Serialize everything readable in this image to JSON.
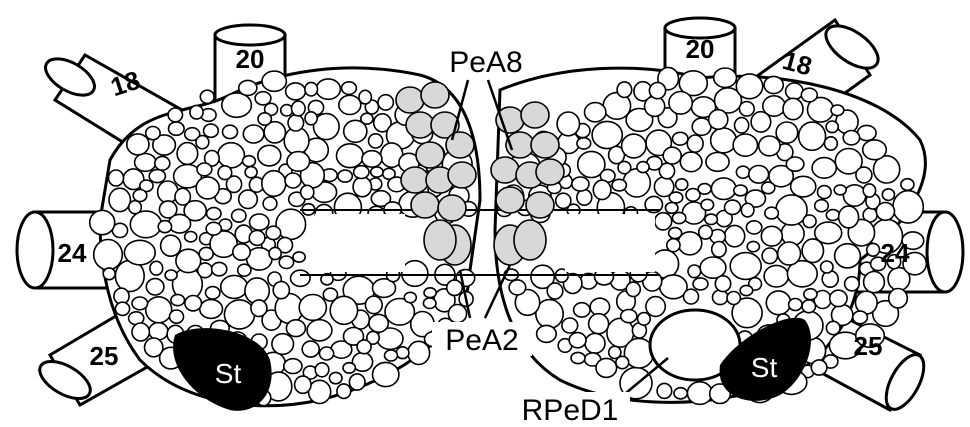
{
  "diagram": {
    "nerves": {
      "left_18": "18",
      "left_20": "20",
      "left_24": "24",
      "left_25": "25",
      "right_20": "20",
      "right_18": "18",
      "right_24": "24",
      "right_25": "25"
    },
    "labels": {
      "pea8": "PeA8",
      "pea2": "PeA2",
      "rped1": "RPeD1"
    },
    "statocysts": {
      "left": "St",
      "right": "St"
    },
    "colors": {
      "ink": "#000000",
      "shaded_cells": "#d8d8d8",
      "background": "#ffffff"
    }
  }
}
